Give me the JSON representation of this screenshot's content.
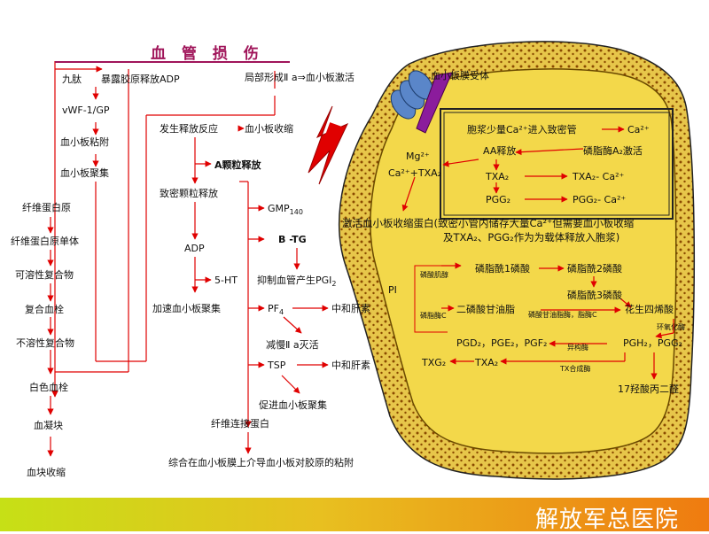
{
  "title": "血 管 损 伤",
  "left_chain": {
    "jiutai": "九肽",
    "collagen": "暴露胶原释放ADP",
    "vwf": "vWF-1/GP",
    "adhesion": "血小板粘附",
    "aggregation": "血小板聚集",
    "fibrinogen": "纤维蛋白原",
    "fibrin_monomer": "纤维蛋白原单体",
    "soluble_complex": "可溶性复合物",
    "complex_clot": "复合血栓",
    "insoluble_complex": "不溶性复合物",
    "white_thrombus": "白色血栓",
    "clot": "血凝块",
    "clot_retraction": "血块收缩"
  },
  "middle_chain": {
    "local_formation": "局部形成Ⅱ a⇒血小板激活",
    "release_reaction": "发生释放反应",
    "platelet_contract": "血小板收缩",
    "a_granule": "A颗粒释放",
    "dense_granule": "致密颗粒释放",
    "gmp": "GMP",
    "gmp_sub": "140",
    "btg": "B -TG",
    "adp": "ADP",
    "inhibit_pgi": "抑制血管产生PGI",
    "inhibit_pgi_sub": "2",
    "ht": "5-HT",
    "accelerate": "加速血小板聚集",
    "pf4": "PF",
    "pf4_sub": "4",
    "neutral_heparin_1": "中和肝素",
    "slow_iia": "减慢Ⅱ a灭活",
    "tsp": "TSP",
    "neutral_heparin_2": "中和肝素",
    "promote_aggregation": "促进血小板聚集",
    "fibronectin": "纤维连接蛋白",
    "summary": "综合在血小板膜上介导血小板对胶原的粘附"
  },
  "platelet": {
    "receptor": "血小板膜受体",
    "calcium_in": "胞浆少量Ca²⁺进入致密管",
    "ca": "Ca²⁺",
    "mg": "Mg²⁺",
    "ca_txa": "Ca²⁺+TXA₂",
    "aa_release": "AA释放",
    "pla2": "磷脂酶A₂激活",
    "txa2": "TXA₂",
    "txa2_ca": "TXA₂- Ca²⁺",
    "pgg2": "PGG₂",
    "pgg2_ca": "PGG₂- Ca²⁺",
    "contractile": "激活血小板收缩蛋白(致密小管内储存大量Ca²⁺但需要血小板收缩",
    "contractile_2": "及TXA₂、PGG₂作为为载体释放入胞浆)",
    "kinase": "磷酸肌醇",
    "pip1": "磷脂酰1磷酸",
    "pip2": "磷脂酰2磷酸",
    "pip3": "磷脂酰3磷酸",
    "pi": "PI",
    "plc": "磷脂酶C",
    "dag": "二磷酸甘油脂",
    "dag_lipase": "磷酸甘油脂酶，脂酶C",
    "arachidonic": "花生四烯酸",
    "cyclooxygenase": "环氧化酶",
    "pgd": "PGD₂，PGE₂，PGF₂",
    "isomerase": "异构酶",
    "pgh": "PGH₂，PGG₂",
    "txg": "TXG₂",
    "txa2_b": "TXA₂",
    "tx_synthase": "TX合成酶",
    "hht": "17羟酸丙二醛"
  },
  "footer": "解放军总医院",
  "colors": {
    "title": "#a0155a",
    "platelet_fill": "#e8c832",
    "platelet_border": "#8a4a00",
    "arrow": "#e00000",
    "footer_start": "#c6e016",
    "footer_end": "#ef7b10"
  }
}
